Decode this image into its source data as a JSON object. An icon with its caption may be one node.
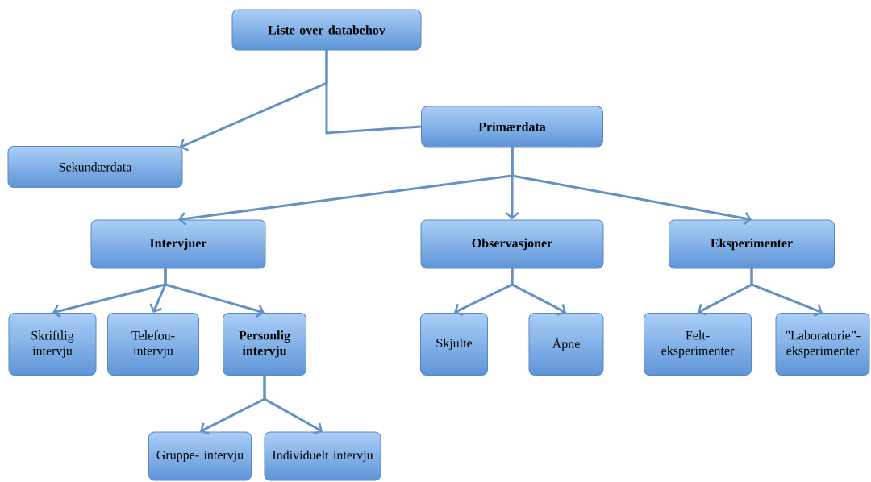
{
  "diagram": {
    "nodes": [
      {
        "text": [
          "Liste over databehov"
        ]
      },
      {
        "text": [
          "Primærdata"
        ]
      },
      {
        "text": [
          "Sekundærdata"
        ]
      },
      {
        "text": [
          "Intervjuer"
        ]
      },
      {
        "text": [
          "Observasjoner"
        ]
      },
      {
        "text": [
          "Eksperimenter"
        ]
      },
      {
        "text": [
          "Skriftlig intervju"
        ]
      },
      {
        "text": [
          "Telefon- intervju"
        ]
      },
      {
        "text": [
          "Personlig intervju"
        ]
      },
      {
        "text": [
          "Skjulte"
        ]
      },
      {
        "text": [
          "Åpne"
        ]
      },
      {
        "text": [
          "Felt- eksperimenter"
        ]
      },
      {
        "text": [
          "”Laboratorie”- eksperimenter"
        ]
      },
      {
        "text": [
          "Gruppe- intervju"
        ]
      },
      {
        "text": [
          "Individuelt intervju"
        ]
      }
    ],
    "edges": [
      {
        "from": 0,
        "to": 1,
        "arrow": "none"
      },
      {
        "from": 0,
        "to": 2,
        "arrow": "to"
      },
      {
        "from": 1,
        "to": 3,
        "arrow": "to"
      },
      {
        "from": 1,
        "to": 4,
        "arrow": "to"
      },
      {
        "from": 1,
        "to": 5,
        "arrow": "to"
      },
      {
        "from": 3,
        "to": 6,
        "arrow": "to"
      },
      {
        "from": 3,
        "to": 7,
        "arrow": "to"
      },
      {
        "from": 3,
        "to": 8,
        "arrow": "to"
      },
      {
        "from": 4,
        "to": 9,
        "arrow": "to"
      },
      {
        "from": 4,
        "to": 10,
        "arrow": "to"
      },
      {
        "from": 5,
        "to": 11,
        "arrow": "to"
      },
      {
        "from": 5,
        "to": 12,
        "arrow": "to"
      },
      {
        "from": 8,
        "to": 13,
        "arrow": "to"
      },
      {
        "from": 8,
        "to": 14,
        "arrow": "to"
      }
    ]
  }
}
